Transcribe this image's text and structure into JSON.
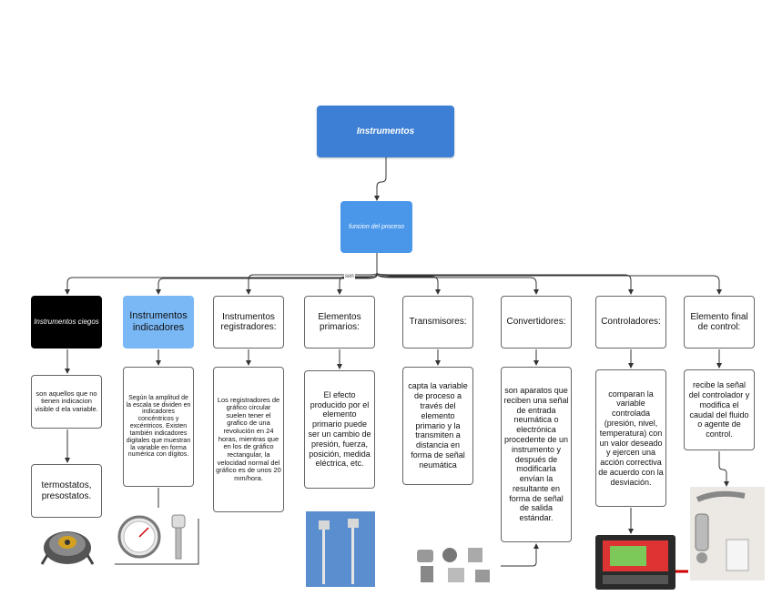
{
  "root": {
    "label": "Instrumentos"
  },
  "process": {
    "label": "funcion del proceso"
  },
  "connector_label": "son",
  "categories": [
    {
      "title": "Instrumentos ciegos",
      "description": "son aquellos que no tienen indicacion visible d ela variable.",
      "example": "termostatos, presostatos."
    },
    {
      "title": "Instrumentos indicadores",
      "description": "Según la amplitud de la escala se dividen en indicadores concéntricos y excéntricos. Existen también indicadores digitales que muestran la variable en forma numérica con dígitos."
    },
    {
      "title": "Instrumentos registradores:",
      "description": "Los registradores de gráfico circular suelen tener el grafico de una revolución en 24 horas, mientras que en los de gráfico rectangular, la velocidad normal del gráfico es de unos 20 mm/hora."
    },
    {
      "title": "Elementos primarios:",
      "description": "El efecto producido por el elemento primario puede ser un cambio de presión, fuerza, posición, medida eléctrica, etc."
    },
    {
      "title": "Transmisores:",
      "description": "capta la variable de proceso a través del elemento primario y la transmiten a distancia en forma de señal neumática"
    },
    {
      "title": "Convertidores:",
      "description": "son aparatos que reciben una señal de entrada neumática o electrónica procedente de un instrumento y después de modificarla envían la resultante en forma de señal de salida estándar."
    },
    {
      "title": "Controladores:",
      "description": "comparan la variable controlada (presión, nivel, temperatura) con un valor deseado y ejercen una acción correctiva de acuerdo con la desviación."
    },
    {
      "title": "Elemento final de control:",
      "description": "recibe la señal del controlador y modifica el caudal del fluido o agente de control."
    }
  ]
}
